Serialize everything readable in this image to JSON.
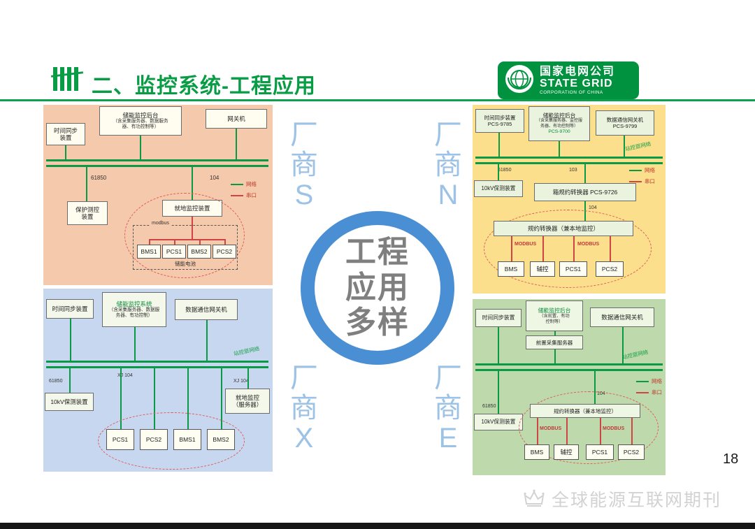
{
  "header": {
    "title": "二、监控系统-工程应用",
    "logo": {
      "cn": "国家电网公司",
      "en": "STATE GRID",
      "sub": "CORPORATION OF CHINA"
    }
  },
  "center_badge": {
    "text": "工程\n应用\n多样"
  },
  "vendors": {
    "s": "厂\n商\nS",
    "n": "厂\n商\nN",
    "x": "厂\n商\nX",
    "e": "厂\n商\nE"
  },
  "footer": {
    "page": "18",
    "watermark": "全球能源互联网期刊"
  },
  "s": {
    "time_sync": "时间同步\n装置",
    "backend_title": "储能监控后台",
    "backend_sub": "（含采集服务器、数据服务\n器、有功控制等）",
    "gateway": "网关机",
    "bus_left": "61850",
    "bus_right": "104",
    "legend_network": "网络",
    "legend_serial": "串口",
    "protection": "保护测控\n装置",
    "local_monitor": "就地监控装置",
    "modbus": "modbus",
    "units": [
      "BMS1",
      "PCS1",
      "BMS2",
      "PCS2"
    ],
    "battery": "储能电池"
  },
  "n": {
    "time_sync": "时间同步装置\nPCS-9785",
    "backend_title": "储能监控后台",
    "backend_sub": "（含采集服务器、监控服\n务器、有功控制等）",
    "backend_code": "PCS-9700",
    "gateway": "数据通信网关机\nPCS-9799",
    "net_label": "站控层网络",
    "bus_left": "61850",
    "bus_right": "103",
    "legend_network": "网络",
    "legend_serial": "串口",
    "protection": "10kV保测装置",
    "converter": "箱规约转换器 PCS-9726",
    "link_label": "104",
    "inner_converter": "规约转换器（兼本地监控）",
    "modbus_left": "MODBUS",
    "modbus_right": "MODBUS",
    "units": [
      "BMS",
      "辅控",
      "PCS1",
      "PCS2"
    ]
  },
  "x": {
    "time_sync": "时间同步装置",
    "backend_title": "储能监控系统",
    "backend_sub": "（含采集服务器、数据服\n务器、有功控制）",
    "gateway": "数据通信网关机",
    "net_label": "站控层网络",
    "bus_left": "61850",
    "bus_mid": "XJ 104",
    "bus_right": "XJ 104",
    "protection": "10kV保测装置",
    "local_monitor": "就地监控\n（服务器）",
    "units": [
      "PCS1",
      "PCS2",
      "BMS1",
      "BMS2"
    ]
  },
  "e": {
    "time_sync": "时间同步装置",
    "backend_title": "储能监控后台",
    "backend_sub": "（含前置、有功\n控制等）",
    "gateway": "数据通信网关机",
    "front_server": "前置采集服务器",
    "net_label": "站控层网络",
    "bus_left": "61850",
    "bus_right": "104",
    "legend_network": "网络",
    "legend_serial": "串口",
    "protection": "10kV保测装置",
    "inner_converter": "规约转换器（兼本地监控）",
    "modbus_left": "MODBUS",
    "modbus_right": "MODBUS",
    "units": [
      "BMS",
      "辅控",
      "PCS1",
      "PCS2"
    ]
  }
}
